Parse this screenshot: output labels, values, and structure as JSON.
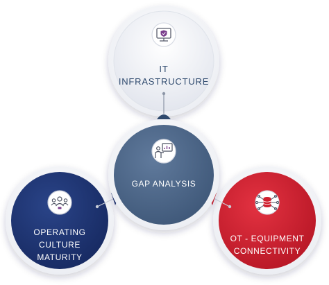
{
  "nodes": {
    "it": {
      "line1": "IT",
      "line2": "INFRASTRUCTURE",
      "icon": "monitor-shield-icon"
    },
    "gap": {
      "label": "GAP ANALYSIS",
      "icon": "presentation-board-icon"
    },
    "culture": {
      "line1": "OPERATING",
      "line2": "CULTURE",
      "line3": "MATURITY",
      "icon": "team-people-icon"
    },
    "ot": {
      "line1": "OT - EQUIPMENT",
      "line2": "CONNECTIVITY",
      "icon": "database-network-icon"
    }
  },
  "colors": {
    "it_fill": "#eef0f5",
    "it_accent": "#7a3d8c",
    "gap_fill": "#4c6588",
    "culture_fill": "#1d3270",
    "ot_fill": "#d01f2e",
    "connector": "#2f4a6e",
    "text_dark": "#2f4a6e"
  }
}
